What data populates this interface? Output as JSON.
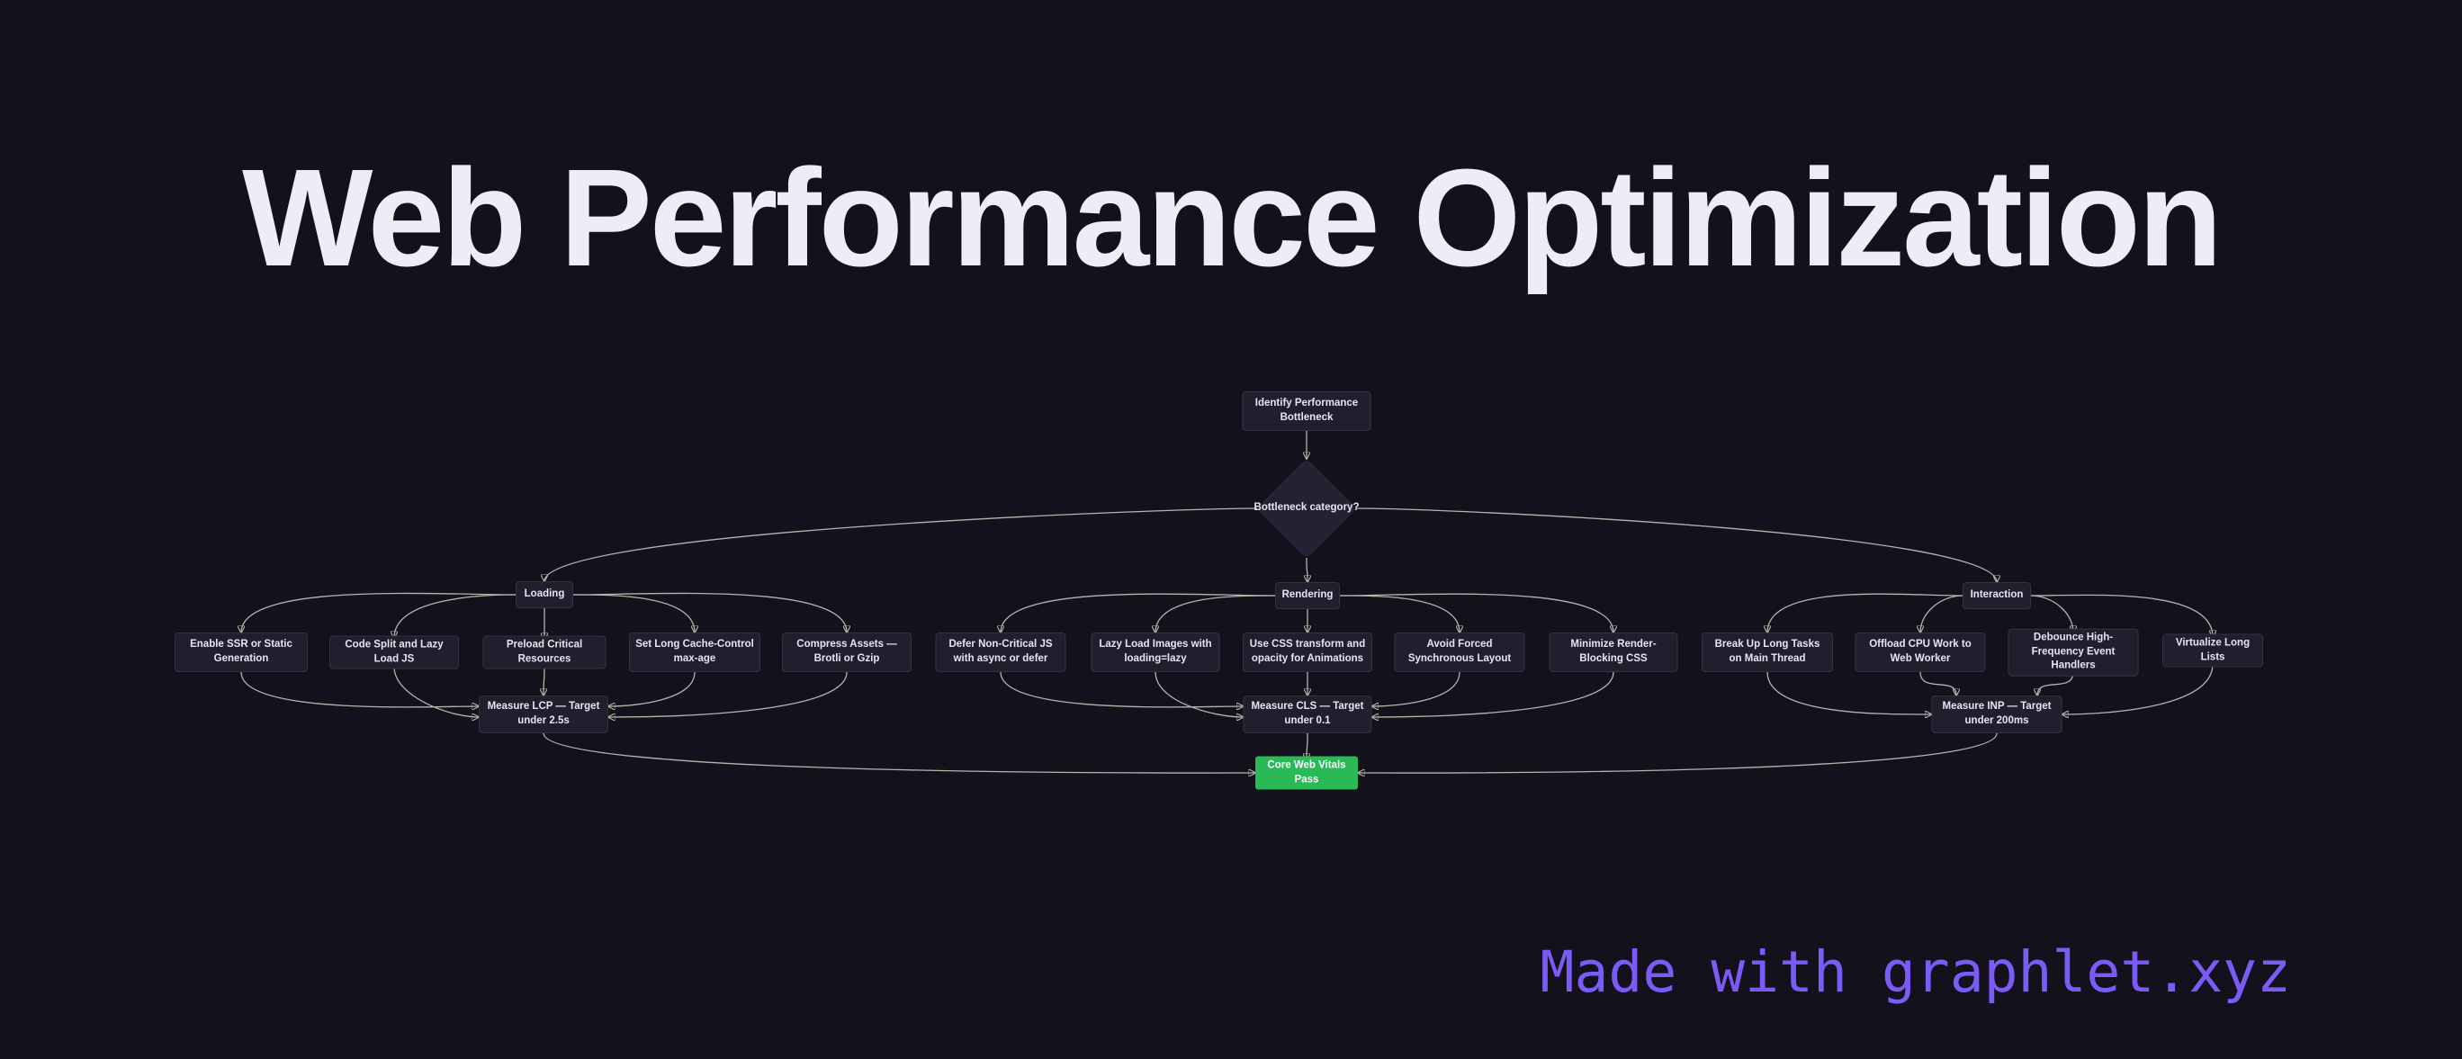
{
  "title": "Web Performance Optimization",
  "footer": "Made with graphlet.xyz",
  "colors": {
    "background": "#13121c",
    "node_fill": "#201f2d",
    "node_border": "#343241",
    "node_text": "#e7e5f1",
    "edge": "#b7b4aa",
    "success_fill": "#29b956",
    "success_text": "#ffffff",
    "title_text": "#edecf7",
    "footer_text": "#7b5bf6",
    "diamond_fill": "#232233"
  },
  "diagram": {
    "nodes": [
      {
        "id": "identify",
        "label": "Identify Performance Bottleneck",
        "kind": "process"
      },
      {
        "id": "category",
        "label": "Bottleneck category?",
        "kind": "decision"
      },
      {
        "id": "loading",
        "label": "Loading",
        "kind": "process"
      },
      {
        "id": "rendering",
        "label": "Rendering",
        "kind": "process"
      },
      {
        "id": "interaction",
        "label": "Interaction",
        "kind": "process"
      },
      {
        "id": "ssr",
        "label": "Enable SSR or Static Generation",
        "kind": "process"
      },
      {
        "id": "codesplit",
        "label": "Code Split and Lazy Load JS",
        "kind": "process"
      },
      {
        "id": "preload",
        "label": "Preload Critical Resources",
        "kind": "process"
      },
      {
        "id": "cache",
        "label": "Set Long Cache-Control max-age",
        "kind": "process"
      },
      {
        "id": "compress",
        "label": "Compress Assets — Brotli or Gzip",
        "kind": "process"
      },
      {
        "id": "defer",
        "label": "Defer Non-Critical JS with async or defer",
        "kind": "process"
      },
      {
        "id": "lazyimg",
        "label": "Lazy Load Images with loading=lazy",
        "kind": "process"
      },
      {
        "id": "csstransform",
        "label": "Use CSS transform and opacity for Animations",
        "kind": "process"
      },
      {
        "id": "forcedlayout",
        "label": "Avoid Forced Synchronous Layout",
        "kind": "process"
      },
      {
        "id": "renderblocking",
        "label": "Minimize Render-Blocking CSS",
        "kind": "process"
      },
      {
        "id": "longtasks",
        "label": "Break Up Long Tasks on Main Thread",
        "kind": "process"
      },
      {
        "id": "webworker",
        "label": "Offload CPU Work to Web Worker",
        "kind": "process"
      },
      {
        "id": "debounce",
        "label": "Debounce High-Frequency Event Handlers",
        "kind": "process"
      },
      {
        "id": "virtualize",
        "label": "Virtualize Long Lists",
        "kind": "process"
      },
      {
        "id": "lcp",
        "label": "Measure LCP — Target under 2.5s",
        "kind": "process"
      },
      {
        "id": "cls",
        "label": "Measure CLS — Target under 0.1",
        "kind": "process"
      },
      {
        "id": "inp",
        "label": "Measure INP — Target under 200ms",
        "kind": "process"
      },
      {
        "id": "pass",
        "label": "Core Web Vitals Pass",
        "kind": "success"
      }
    ],
    "edges": [
      {
        "from": "identify",
        "fromSide": "bottom",
        "to": "category",
        "toSide": "top"
      },
      {
        "from": "category",
        "fromSide": "left",
        "to": "loading",
        "toSide": "top"
      },
      {
        "from": "category",
        "fromSide": "bottom",
        "to": "rendering",
        "toSide": "top"
      },
      {
        "from": "category",
        "fromSide": "right",
        "to": "interaction",
        "toSide": "top"
      },
      {
        "from": "loading",
        "fromSide": "left",
        "to": "ssr",
        "toSide": "top"
      },
      {
        "from": "loading",
        "fromSide": "left",
        "to": "codesplit",
        "toSide": "top"
      },
      {
        "from": "loading",
        "fromSide": "bottom",
        "to": "preload",
        "toSide": "top"
      },
      {
        "from": "loading",
        "fromSide": "right",
        "to": "cache",
        "toSide": "top"
      },
      {
        "from": "loading",
        "fromSide": "right",
        "to": "compress",
        "toSide": "top"
      },
      {
        "from": "ssr",
        "fromSide": "bottom",
        "to": "lcp",
        "toSide": "left",
        "toOff": -9
      },
      {
        "from": "codesplit",
        "fromSide": "bottom",
        "to": "lcp",
        "toSide": "left",
        "toOff": 3
      },
      {
        "from": "preload",
        "fromSide": "bottom",
        "to": "lcp",
        "toSide": "top"
      },
      {
        "from": "cache",
        "fromSide": "bottom",
        "to": "lcp",
        "toSide": "right",
        "toOff": -9
      },
      {
        "from": "compress",
        "fromSide": "bottom",
        "to": "lcp",
        "toSide": "right",
        "toOff": 3
      },
      {
        "from": "rendering",
        "fromSide": "left",
        "to": "defer",
        "toSide": "top"
      },
      {
        "from": "rendering",
        "fromSide": "left",
        "to": "lazyimg",
        "toSide": "top"
      },
      {
        "from": "rendering",
        "fromSide": "bottom",
        "to": "csstransform",
        "toSide": "top"
      },
      {
        "from": "rendering",
        "fromSide": "right",
        "to": "forcedlayout",
        "toSide": "top"
      },
      {
        "from": "rendering",
        "fromSide": "right",
        "to": "renderblocking",
        "toSide": "top"
      },
      {
        "from": "defer",
        "fromSide": "bottom",
        "to": "cls",
        "toSide": "left",
        "toOff": -9
      },
      {
        "from": "lazyimg",
        "fromSide": "bottom",
        "to": "cls",
        "toSide": "left",
        "toOff": 3
      },
      {
        "from": "csstransform",
        "fromSide": "bottom",
        "to": "cls",
        "toSide": "top"
      },
      {
        "from": "forcedlayout",
        "fromSide": "bottom",
        "to": "cls",
        "toSide": "right",
        "toOff": -9
      },
      {
        "from": "renderblocking",
        "fromSide": "bottom",
        "to": "cls",
        "toSide": "right",
        "toOff": 3
      },
      {
        "from": "interaction",
        "fromSide": "left",
        "to": "longtasks",
        "toSide": "top"
      },
      {
        "from": "interaction",
        "fromSide": "left",
        "to": "webworker",
        "toSide": "top"
      },
      {
        "from": "interaction",
        "fromSide": "right",
        "to": "debounce",
        "toSide": "top"
      },
      {
        "from": "interaction",
        "fromSide": "right",
        "to": "virtualize",
        "toSide": "top"
      },
      {
        "from": "longtasks",
        "fromSide": "bottom",
        "to": "inp",
        "toSide": "left"
      },
      {
        "from": "webworker",
        "fromSide": "bottom",
        "to": "inp",
        "toSide": "top",
        "toOff": -45
      },
      {
        "from": "debounce",
        "fromSide": "bottom",
        "to": "inp",
        "toSide": "top",
        "toOff": 45
      },
      {
        "from": "virtualize",
        "fromSide": "bottom",
        "to": "inp",
        "toSide": "right"
      },
      {
        "from": "lcp",
        "fromSide": "bottom",
        "to": "pass",
        "toSide": "left"
      },
      {
        "from": "cls",
        "fromSide": "bottom",
        "to": "pass",
        "toSide": "top"
      },
      {
        "from": "inp",
        "fromSide": "bottom",
        "to": "pass",
        "toSide": "right"
      }
    ]
  }
}
